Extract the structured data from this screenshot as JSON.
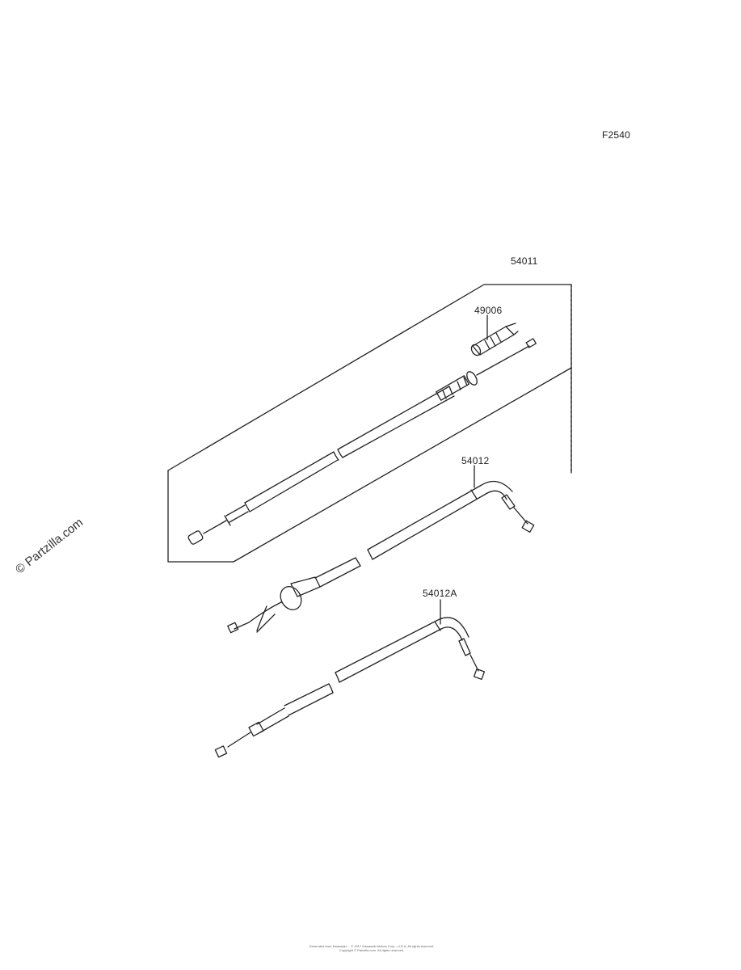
{
  "figure_code": "F2540",
  "parts": [
    {
      "number": "54011"
    },
    {
      "number": "49006"
    },
    {
      "number": "54012"
    },
    {
      "number": "54012A"
    }
  ],
  "watermark": "© Partzilla.com",
  "footer": {
    "line1": "Generated from Kawasaki ... © 2017 Kawasaki Motors Corp., U.S.A. All rights reserved.",
    "line2": "Copyright © Partzilla.com. All rights reserved."
  }
}
